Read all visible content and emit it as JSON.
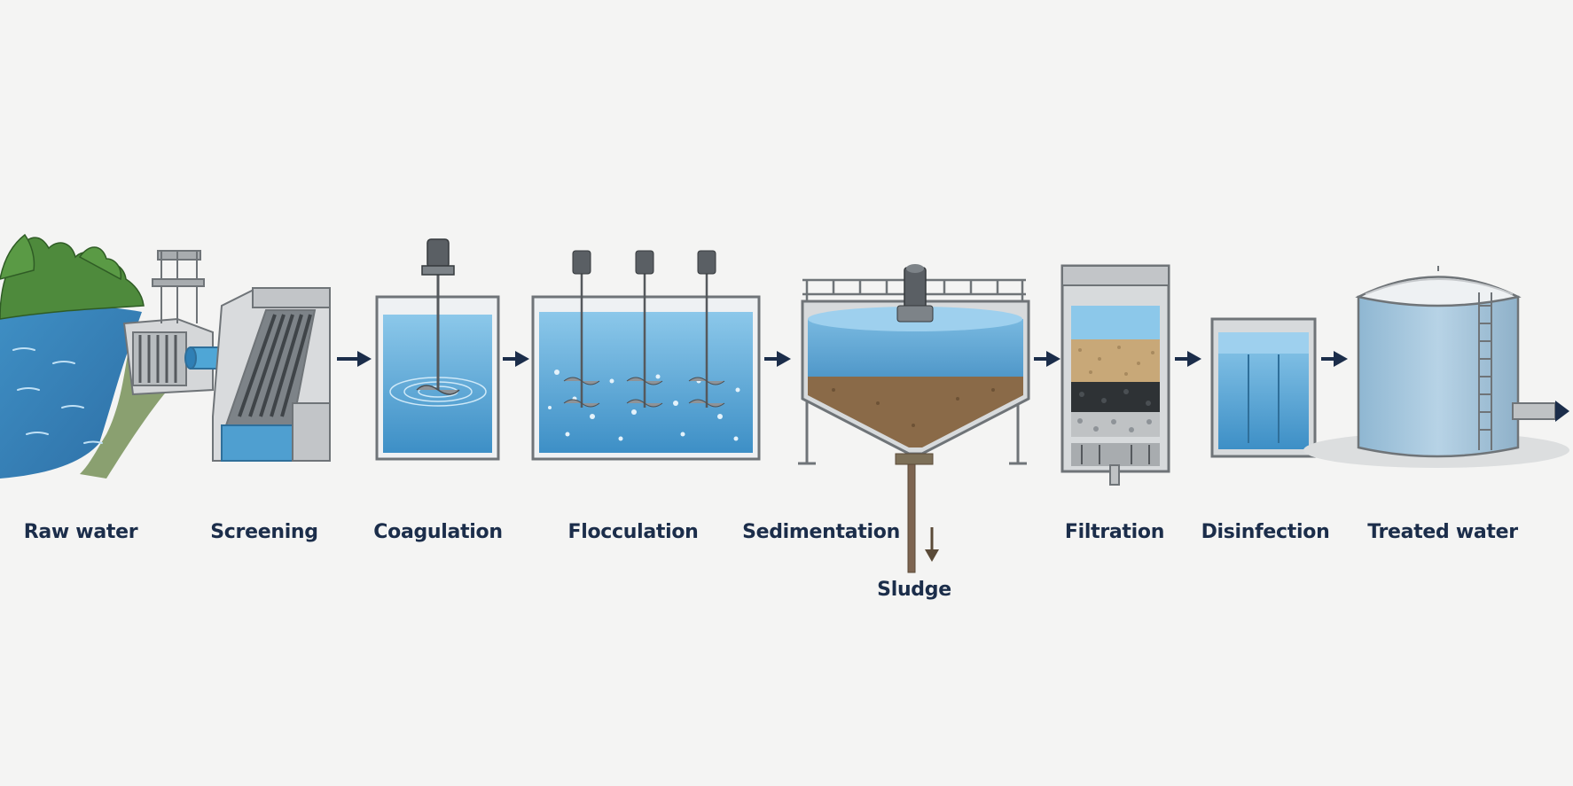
{
  "stages": [
    {
      "label": "Raw water"
    },
    {
      "label": "Screening"
    },
    {
      "label": "Coagulation"
    },
    {
      "label": "Flocculation"
    },
    {
      "label": "Sedimentation"
    },
    {
      "label": "Filtration"
    },
    {
      "label": "Disinfection"
    },
    {
      "label": "Treated water"
    }
  ],
  "byproduct": {
    "label": "Sludge"
  },
  "colors": {
    "label_text": "#1b2d4a",
    "flow_arrow": "#1b2d4a",
    "water": "#4f9fd0",
    "water_light": "#a9d3ee",
    "concrete": "#c9cbcd",
    "steel": "#8e9398",
    "sludge": "#8a6a48",
    "foliage": "#4e8a3c",
    "sludge_arrow": "#5a4a37"
  }
}
